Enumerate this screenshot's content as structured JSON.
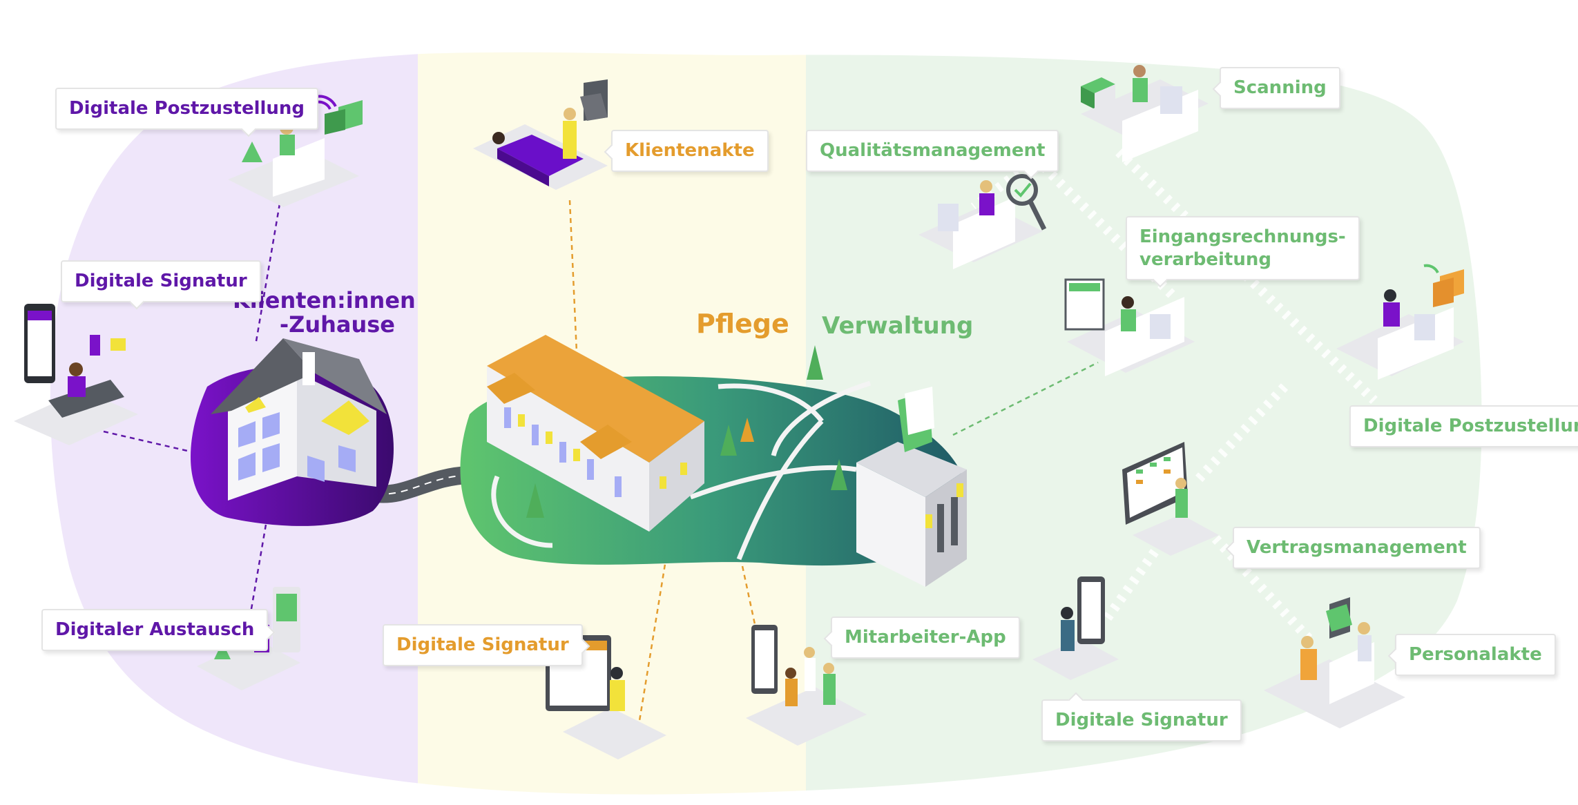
{
  "colors": {
    "purple": "#5f17a8",
    "orange": "#e49c2d",
    "green": "#6dbb72",
    "purple_bg": "#efe6fa",
    "yellow_bg": "#fdfbe7",
    "green_bg": "#eaf5ea"
  },
  "zones": {
    "home": {
      "title_line1": "Klienten:innen",
      "title_line2": "-Zuhause"
    },
    "care": {
      "title": "Pflege"
    },
    "admin": {
      "title": "Verwaltung"
    }
  },
  "labels": {
    "home_postzustellung": "Digitale Postzustellung",
    "home_signatur": "Digitale Signatur",
    "home_austausch": "Digitaler Austausch",
    "care_klientenakte": "Klientenakte",
    "care_signatur": "Digitale Signatur",
    "care_app": "Mitarbeiter-App",
    "admin_qualitaet": "Qualitätsmanagement",
    "admin_scanning": "Scanning",
    "admin_rechnung_line1": "Eingangsrechnungs-",
    "admin_rechnung_line2": "verarbeitung",
    "admin_postzustellung": "Digitale Postzustellung",
    "admin_vertrag": "Vertragsmanagement",
    "admin_personalakte": "Personalakte",
    "admin_signatur": "Digitale Signatur"
  },
  "icons": [
    "house-icon",
    "care-building-icon",
    "admin-building-icon",
    "road-icon",
    "tree-icon",
    "wifi-icon",
    "envelope-icon",
    "magnifier-icon",
    "tablet-icon",
    "folder-icon",
    "bed-icon",
    "printer-icon",
    "person-icon",
    "plant-icon"
  ]
}
